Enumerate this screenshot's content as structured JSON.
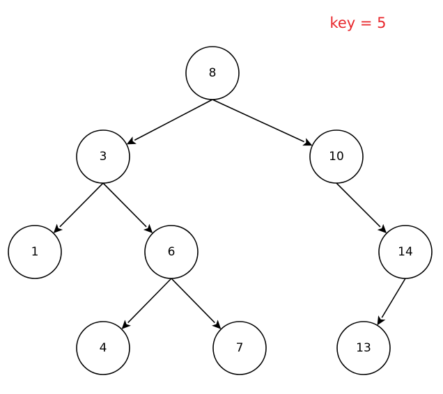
{
  "key_label": "key = 5",
  "colors": {
    "key_text": "#e8262b",
    "node_stroke": "#000000",
    "node_fill": "#ffffff",
    "edge": "#000000"
  },
  "tree": {
    "nodes": [
      {
        "id": "n8",
        "label": "8"
      },
      {
        "id": "n3",
        "label": "3"
      },
      {
        "id": "n10",
        "label": "10"
      },
      {
        "id": "n1",
        "label": "1"
      },
      {
        "id": "n6",
        "label": "6"
      },
      {
        "id": "n14",
        "label": "14"
      },
      {
        "id": "n4",
        "label": "4"
      },
      {
        "id": "n7",
        "label": "7"
      },
      {
        "id": "n13",
        "label": "13"
      }
    ],
    "edges": [
      {
        "from": "n8",
        "to": "n3"
      },
      {
        "from": "n8",
        "to": "n10"
      },
      {
        "from": "n3",
        "to": "n1"
      },
      {
        "from": "n3",
        "to": "n6"
      },
      {
        "from": "n10",
        "to": "n14"
      },
      {
        "from": "n6",
        "to": "n4"
      },
      {
        "from": "n6",
        "to": "n7"
      },
      {
        "from": "n14",
        "to": "n13"
      }
    ]
  }
}
